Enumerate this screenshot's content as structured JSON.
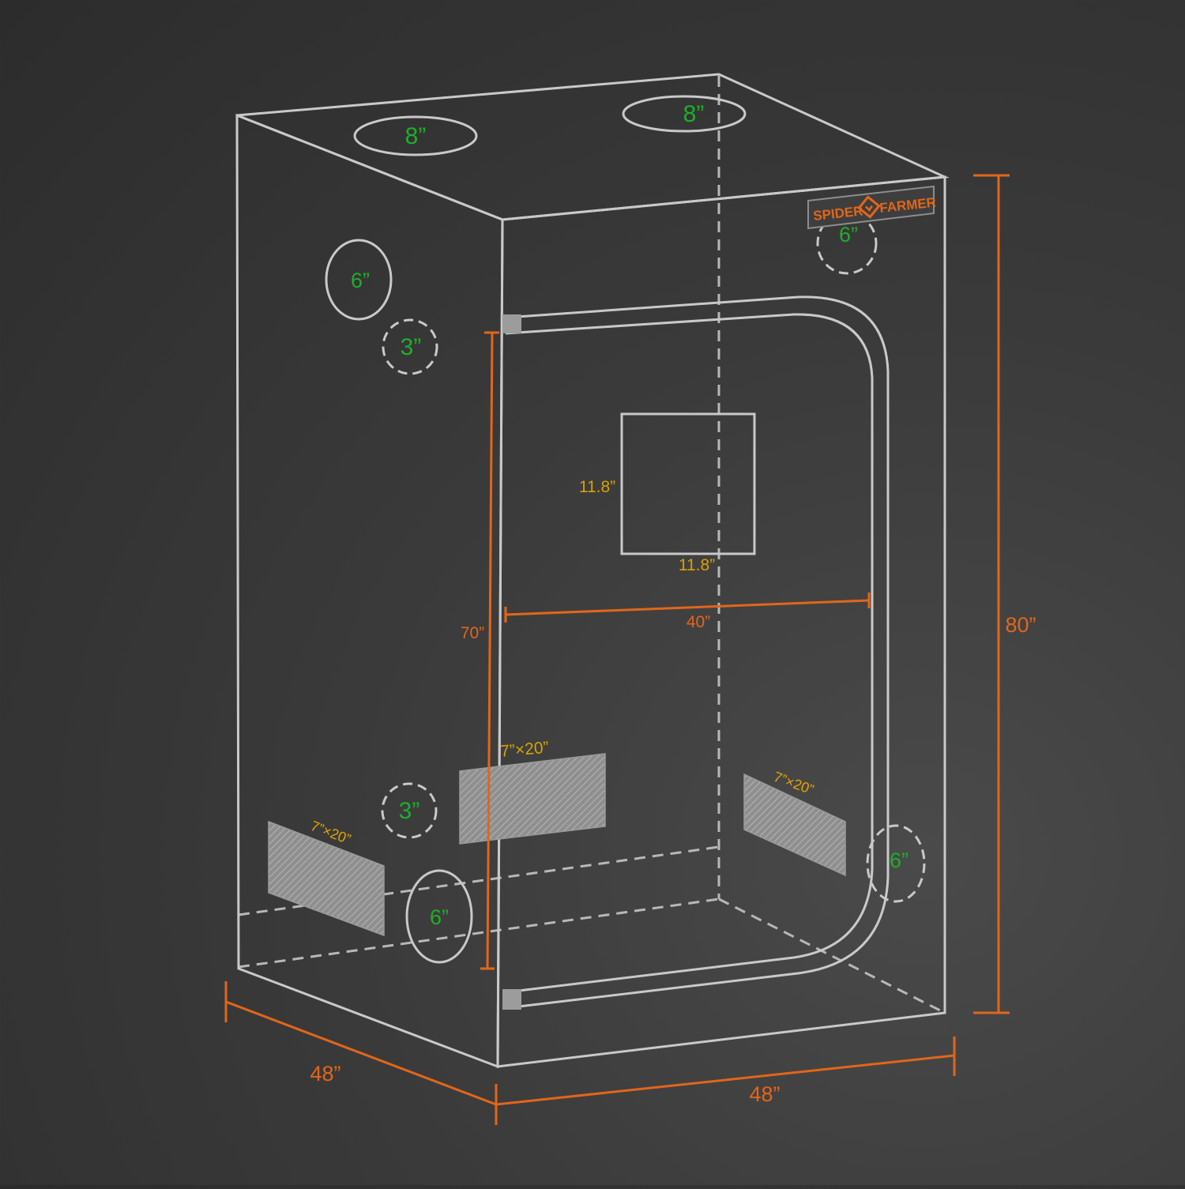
{
  "brand": {
    "name_left": "SPIDER",
    "name_right": "FARMER",
    "accent_color": "#e2661a",
    "logo_icon": "spider-farmer-diamond-icon"
  },
  "ports": {
    "top_left": "8”",
    "top_right": "8”",
    "left_upper": "6”",
    "left_upper_small": "3”",
    "left_lower_small": "3”",
    "left_bottom": "6”",
    "back_upper": "6”",
    "right_lower": "6”"
  },
  "window": {
    "height": "11.8”",
    "width": "11.8”"
  },
  "vents": {
    "left_side": "7”×20”",
    "back_wall": "7”×20”",
    "right_side": "7”×20”"
  },
  "dimensions": {
    "height": "80”",
    "door_height": "70”",
    "door_width": "40”",
    "depth": "48”",
    "width": "48”"
  }
}
